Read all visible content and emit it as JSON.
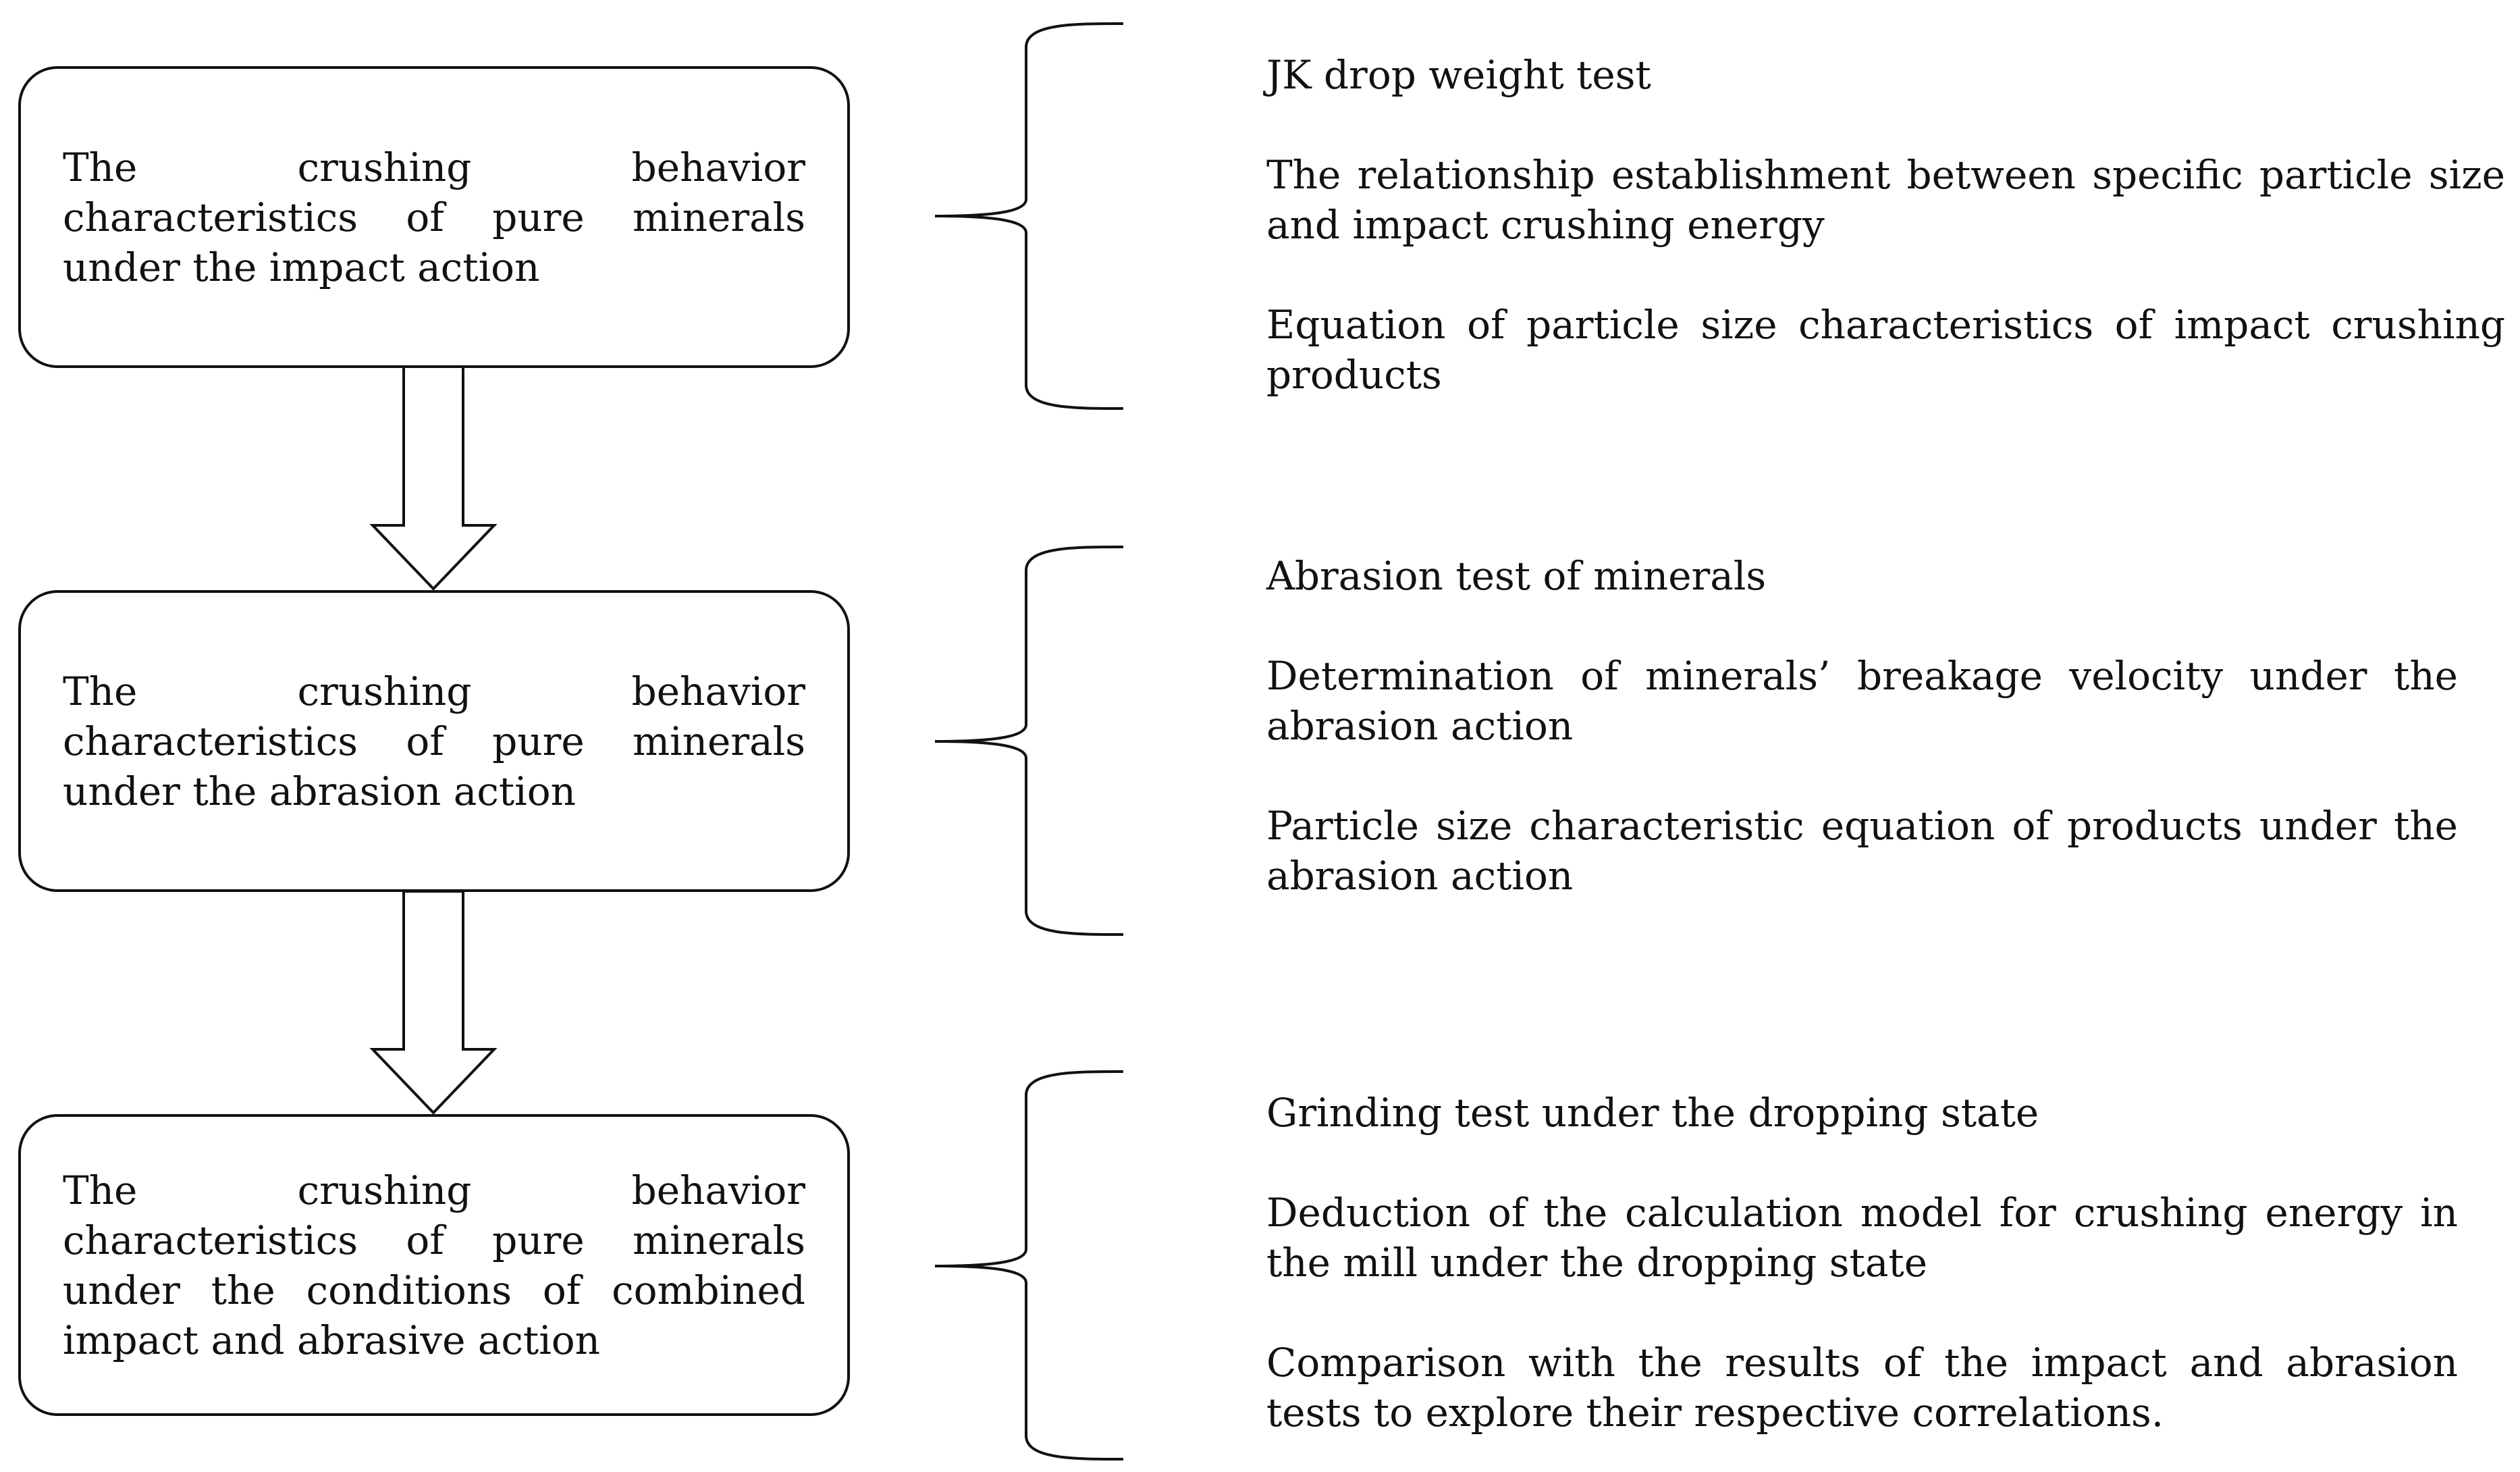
{
  "stages": [
    {
      "title": "The crushing behavior characteristics of pure minerals under the impact action",
      "items": [
        "JK drop weight test",
        "The relationship establishment between specific particle size and impact crushing energy",
        "Equation of particle size characteristics of impact crushing products"
      ]
    },
    {
      "title": "The crushing behavior characteristics of pure minerals under the abrasion action",
      "items": [
        "Abrasion test of minerals",
        "Determination of minerals’ breakage velocity under the abrasion action",
        "Particle size characteristic equation of products under the abrasion action"
      ]
    },
    {
      "title": "The crushing behavior characteristics of pure minerals under the conditions of combined impact and abrasive action",
      "items": [
        "Grinding test under the dropping state",
        "Deduction of the calculation model for crushing energy in the mill under the dropping state",
        "Comparison with the results of the impact and abrasion tests to explore their respective correlations."
      ]
    }
  ]
}
